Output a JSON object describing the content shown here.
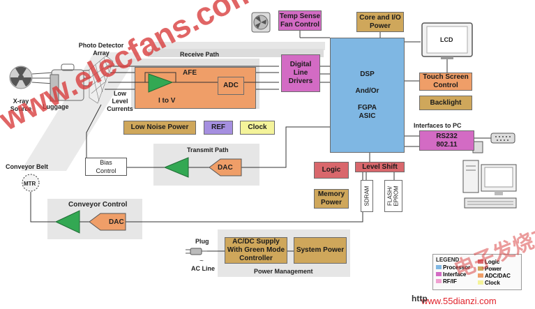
{
  "blocks": {
    "temp_sense": "Temp Sense\nFan Control",
    "core_io_power": "Core and I/O\nPower",
    "lcd": "LCD",
    "receive_path": "Receive Path",
    "photo_detector": "Photo Detector\nArray",
    "xray_source": "X-ray\nSource",
    "luggage": "Luggage",
    "afe": "AFE",
    "adc": "ADC",
    "i_to_v": "I to V",
    "low_level_currents": "Low\nLevel\nCurrents",
    "digital_line_drivers": "Digital\nLine\nDrivers",
    "dsp": "DSP\n\nAnd/Or\n\nFGPA\nASIC",
    "touch_screen": "Touch Screen\nControl",
    "backlight": "Backlight",
    "low_noise_power": "Low Noise Power",
    "ref": "REF",
    "clock": "Clock",
    "interfaces_to_pc": "Interfaces to PC",
    "rs232": "RS232\n802.11",
    "transmit_path": "Transmit Path",
    "dac_transmit": "DAC",
    "bias_control": "Bias\nControl",
    "conveyor_belt": "Conveyor Belt",
    "mtr": "MTR",
    "logic_block": "Logic",
    "level_shift": "Level Shift",
    "memory_power": "Memory\nPower",
    "sdram": "SDRAM",
    "flash_eprom": "FLASH/\nEPROM",
    "conveyor_control": "Conveyor Control",
    "dac_conveyor": "DAC",
    "plug": "Plug",
    "ac_line": "AC Line",
    "ac_dc_supply": "AC/DC Supply\nWith Green Mode\nController",
    "system_power": "System Power",
    "power_management": "Power Management"
  },
  "legend": {
    "title": "LEGEND",
    "items": [
      {
        "label": "Processor",
        "color": "#7fb7e3"
      },
      {
        "label": "Interface",
        "color": "#d36bc4"
      },
      {
        "label": "RF/IF",
        "color": "#f0a0d0"
      },
      {
        "label": "Logic",
        "color": "#d9676c"
      },
      {
        "label": "Power",
        "color": "#cfa75b"
      },
      {
        "label": "ADC/DAC",
        "color": "#ef9e68"
      },
      {
        "label": "Clock",
        "color": "#f4f39a"
      }
    ]
  },
  "watermark": {
    "main": "www.elecfans.com",
    "cn": "电子发烧友",
    "site": "www.55dianzi.com",
    "http": "http"
  },
  "icons": [
    "fan-icon",
    "radiation-icon",
    "lcd-monitor-icon",
    "serial-port-icon",
    "pc-tower-icon",
    "keyboard-icon",
    "motor-icon",
    "plug-icon"
  ]
}
